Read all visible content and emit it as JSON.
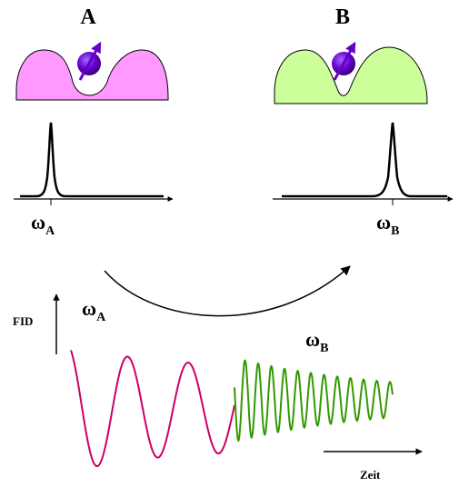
{
  "state_a": {
    "label": "A",
    "frequency_symbol": "ω",
    "frequency_subscript": "A"
  },
  "state_b": {
    "label": "B",
    "frequency_symbol": "ω",
    "frequency_subscript": "B"
  },
  "fid": {
    "ylabel": "FID",
    "xlabel": "Zeit",
    "segment_a_symbol": "ω",
    "segment_a_subscript": "A",
    "segment_b_symbol": "ω",
    "segment_b_subscript": "B"
  },
  "colors": {
    "well_a": "#ff99ff",
    "well_b": "#ccff99",
    "spin_ball": "#6600cc",
    "fid_a": "#cc0066",
    "fid_b": "#339900",
    "ink": "#000000"
  }
}
